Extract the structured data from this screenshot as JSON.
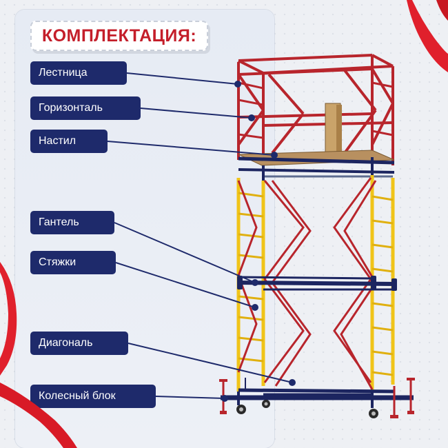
{
  "title": "КОМПЛЕКТАЦИЯ:",
  "labels": [
    {
      "id": "ladder",
      "text": "Лестница"
    },
    {
      "id": "horizontal",
      "text": "Горизонталь"
    },
    {
      "id": "deck",
      "text": "Настил"
    },
    {
      "id": "dumbbell",
      "text": "Гантель"
    },
    {
      "id": "ties",
      "text": "Стяжки"
    },
    {
      "id": "diagonal",
      "text": "Диагональ"
    },
    {
      "id": "wheel-block",
      "text": "Колесный блок"
    }
  ],
  "colors": {
    "accent_red": "#c41e2a",
    "label_bg": "#1e2a6b",
    "frame_red": "#b8252c",
    "frame_yellow": "#f0c419",
    "beam_navy": "#1c2560",
    "ribbon": "#e0202c"
  }
}
